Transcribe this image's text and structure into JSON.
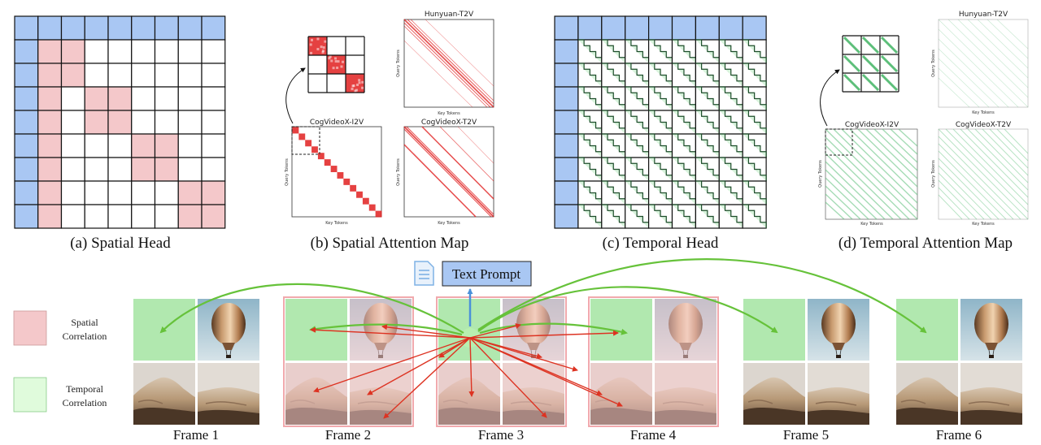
{
  "captions": {
    "a": "(a) Spatial Head",
    "b": "(b) Spatial Attention Map",
    "c": "(c) Temporal Head",
    "d": "(d) Temporal Attention Map"
  },
  "maps": {
    "hunyuan": "Hunyuan-T2V",
    "cog_i2v": "CogVideoX-I2V",
    "cog_t2v": "CogVideoX-T2V",
    "key_tokens": "Key Tokens",
    "query_tokens": "Query Tokens"
  },
  "prompt": {
    "label": "Text Prompt"
  },
  "legend": {
    "spatial_line1": "Spatial",
    "spatial_line2": "Correlation",
    "temporal_line1": "Temporal",
    "temporal_line2": "Correlation"
  },
  "frames": [
    "Frame 1",
    "Frame 2",
    "Frame 3",
    "Frame 4",
    "Frame 5",
    "Frame 6"
  ],
  "colors": {
    "blue": "#a9c7f3",
    "pink": "#f4c8ca",
    "green_cell": "#a8e6a6",
    "arrow_green": "#66c23a",
    "arrow_red": "#dd3322",
    "red_map": "#e02020",
    "green_map": "#5dbf7a"
  }
}
